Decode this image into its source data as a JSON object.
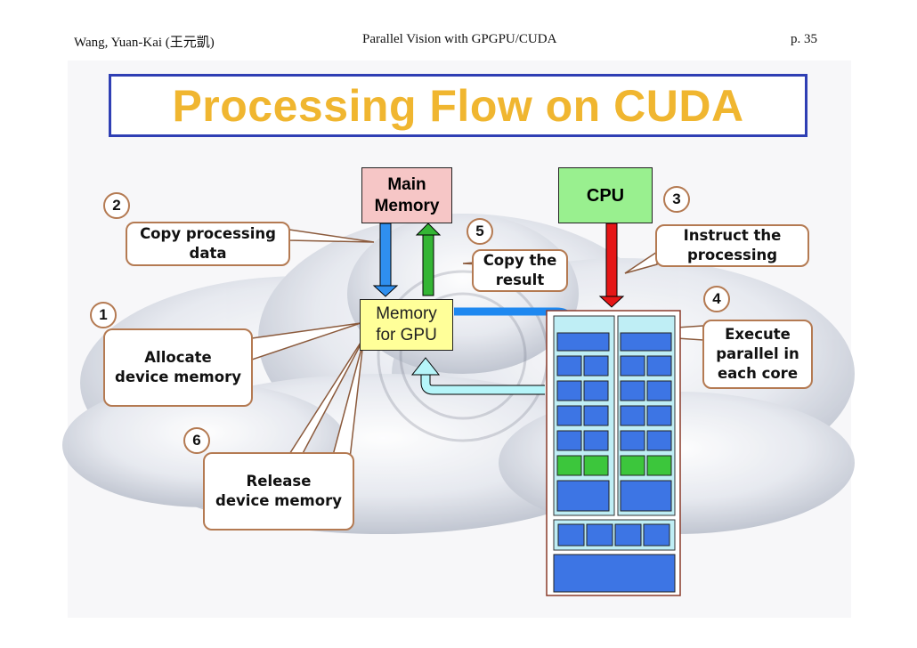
{
  "header": {
    "author": "Wang, Yuan-Kai (王元凱)",
    "course": "Parallel Vision with GPGPU/CUDA",
    "page": "p.  35"
  },
  "title": "Processing Flow on CUDA",
  "blocks": {
    "main_memory": "Main\nMemory",
    "cpu": "CPU",
    "gpu_memory": "Memory\nfor GPU"
  },
  "steps": [
    {
      "number": "1",
      "label": "Allocate\ndevice memory"
    },
    {
      "number": "2",
      "label": "Copy processing\ndata"
    },
    {
      "number": "3",
      "label": "Instruct  the\nprocessing"
    },
    {
      "number": "4",
      "label": "Execute\nparallel in\neach core"
    },
    {
      "number": "5",
      "label": "Copy the\nresult"
    },
    {
      "number": "6",
      "label": "Release\ndevice memory"
    }
  ],
  "colors": {
    "title": "#f0b630",
    "title_border": "#2f3fb4",
    "main_memory_fill": "#f6c6c6",
    "cpu_fill": "#99f08f",
    "gpu_memory_fill": "#ffff99",
    "copy_in_arrow": "#2f8fef",
    "copy_out_arrow": "#34b534",
    "instruct_arrow": "#e51616",
    "gpu_panel": "#bfeef5",
    "gpu_core": "#3d75e4",
    "gpu_core_green": "#3cc63c",
    "callout_border": "#b47a52"
  }
}
